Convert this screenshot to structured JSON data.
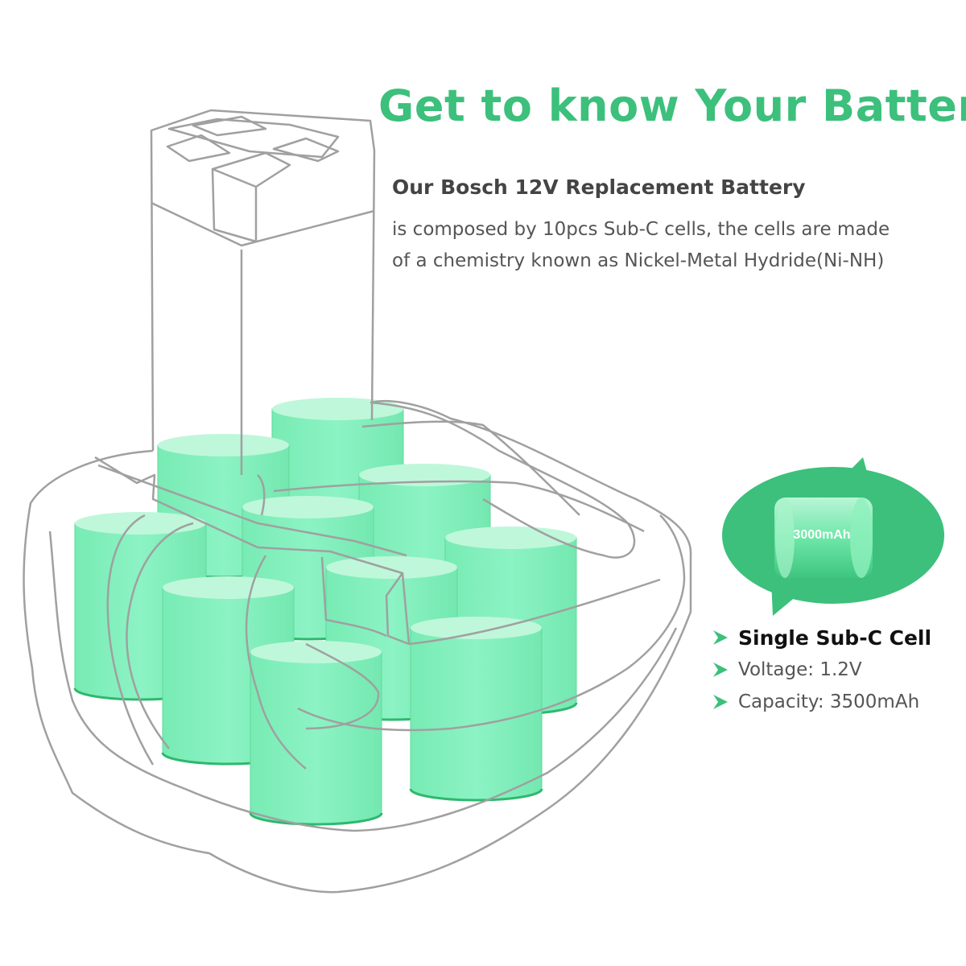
{
  "headline": "Get to know Your Battery",
  "intro": {
    "title": "Our Bosch 12V Replacement Battery",
    "lines": [
      "is composed by 10pcs Sub-C cells, the cells are made",
      "of a chemistry known as Nickel-Metal Hydride(Ni-NH)"
    ]
  },
  "cell_badge": {
    "label": "3000mAh"
  },
  "specs": {
    "title": "Single Sub-C Cell",
    "voltage": "Voltage: 1.2V",
    "capacity": "Capacity: 3500mAh"
  },
  "colors": {
    "accent": "#3cc07c",
    "cell_fill": "#7eefbc",
    "cell_top": "#bff7da",
    "outline": "#999999"
  },
  "icons": [
    "battery-outline-illustration",
    "cell-badge-icon",
    "chevron-right-icon"
  ]
}
